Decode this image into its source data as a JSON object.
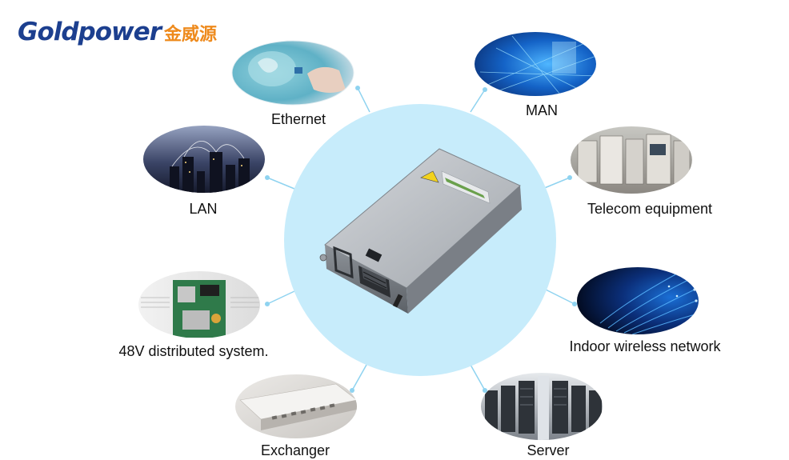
{
  "brand": {
    "name_en": "Goldpower",
    "name_cn": "金威源",
    "color_primary": "#1c3f8f",
    "color_accent": "#ee8a1c"
  },
  "center": {
    "subject": "power-supply-module",
    "circle_color": "#c7ecfb",
    "connector_color": "#8fd3f0"
  },
  "applications": [
    {
      "key": "ethernet",
      "label": "Ethernet",
      "icon": "touchscreen-globe-icon"
    },
    {
      "key": "man",
      "label": "MAN",
      "icon": "network-mesh-icon"
    },
    {
      "key": "lan",
      "label": "LAN",
      "icon": "city-network-icon"
    },
    {
      "key": "telecom",
      "label": "Telecom equipment",
      "icon": "equipment-room-icon"
    },
    {
      "key": "distributed",
      "label": "48V distributed system.",
      "icon": "circuit-board-icon"
    },
    {
      "key": "wireless",
      "label": "Indoor wireless network",
      "icon": "fiber-optic-icon"
    },
    {
      "key": "exchanger",
      "label": "Exchanger",
      "icon": "network-switch-icon"
    },
    {
      "key": "server",
      "label": "Server",
      "icon": "server-rack-icon"
    }
  ]
}
